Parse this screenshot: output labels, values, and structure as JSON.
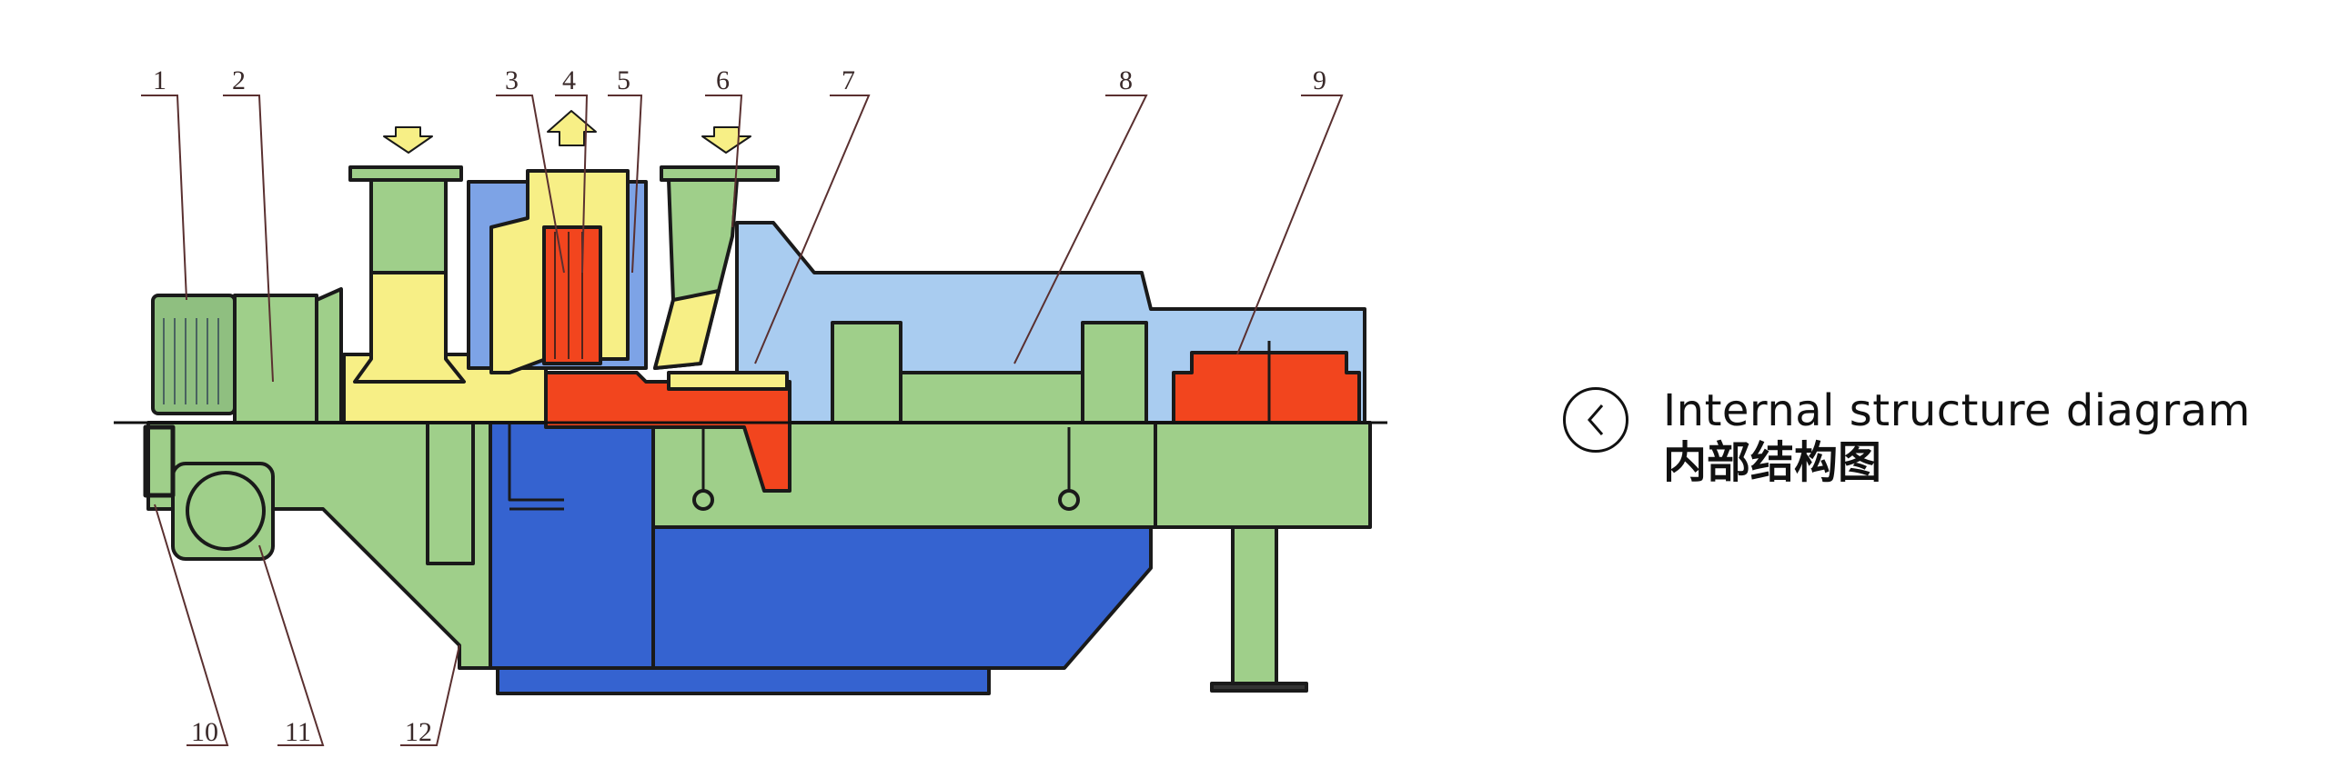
{
  "caption": {
    "back_icon": "chevron-left-circle-icon",
    "title_en": "Internal structure diagram",
    "title_zh": "内部结构图"
  },
  "diagram": {
    "labels": [
      "1",
      "2",
      "3",
      "4",
      "5",
      "6",
      "7",
      "8",
      "9",
      "10",
      "11",
      "12"
    ],
    "colors": {
      "green": "#9fcf8a",
      "yellow": "#f7ef86",
      "red": "#f2451e",
      "blue": "#3563d0",
      "light_blue": "#a9ccf0",
      "outline": "#1a1a1a"
    }
  }
}
